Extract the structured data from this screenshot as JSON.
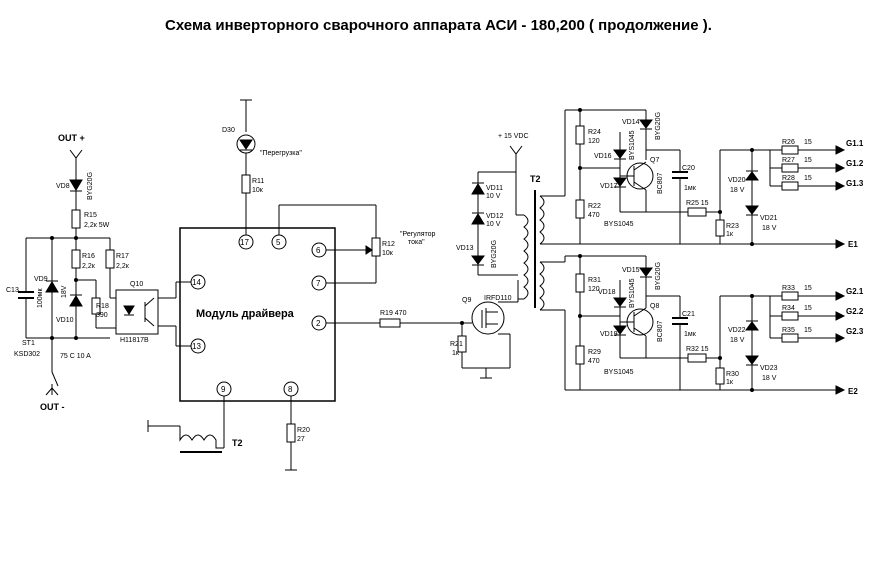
{
  "title": "Схема  инверторного  сварочного  аппарата  АСИ - 180,200  ( продолжение ).",
  "driver": {
    "label": "Модуль драйвера",
    "pins": [
      "17",
      "5",
      "6",
      "7",
      "14",
      "13",
      "2",
      "9",
      "8"
    ]
  },
  "terminals": {
    "out_plus": "OUT +",
    "out_minus": "OUT -",
    "vdc": "+ 15 VDC",
    "t2_main": "T2",
    "t2_small": "T2",
    "g11": "G1.1",
    "g12": "G1.2",
    "g13": "G1.3",
    "e1": "E1",
    "g21": "G2.1",
    "g22": "G2.2",
    "g23": "G2.3",
    "e2": "E2"
  },
  "components": {
    "d30": "D30",
    "d30_note": "\"Перегрузка\"",
    "r11": "R11",
    "r11_val": "10к",
    "vd8": "VD8",
    "vd8_type": "BYG20G",
    "r15": "R15",
    "r15_val": "2,2к 5W",
    "r16": "R16",
    "r16_val": "2,2к",
    "r17": "R17",
    "r17_val": "2,2к",
    "c13": "C13",
    "c13_val": "100мк",
    "vd9": "VD9",
    "vd9_val": "18V",
    "vd10": "VD10",
    "r18": "R18",
    "r18_val": "390",
    "q10": "Q10",
    "q10_type": "H11817B",
    "st1": "ST1",
    "st1_type": "KSD302",
    "st1_rating": "75 C  10 A",
    "r12": "R12",
    "r12_val": "10к",
    "r12_note1": "\"Регулятор",
    "r12_note2": "тока\"",
    "r19": "R19 470",
    "q9": "Q9",
    "q9_type": "IRFD110",
    "r21": "R21",
    "r21_val": "1к",
    "r20": "R20",
    "r20_val": "27",
    "vd11": "VD11",
    "vd11_val": "10 V",
    "vd12": "VD12",
    "vd12_val": "10 V",
    "vd13": "VD13",
    "vd13_type": "BYG20G",
    "r24": "R24",
    "r24_val": "120",
    "r22": "R22",
    "r22_val": "470",
    "vd14": "VD14",
    "vd16": "VD16",
    "vd16_type": "BYS1045",
    "vd14_type": "BYG20G",
    "vd17": "VD17",
    "q7": "Q7",
    "q7_type": "BC807",
    "bys_top": "BYS1045",
    "c20": "C20",
    "c20_val": "1мк",
    "r25": "R25  15",
    "r23": "R23",
    "r23_val": "1к",
    "vd20": "VD20",
    "vd20_val": "18 V",
    "vd21": "VD21",
    "vd21_val": "18 V",
    "r26": "R26",
    "r27": "R27",
    "r28": "R28",
    "r15ohm": "15",
    "r31": "R31",
    "r31_val": "120",
    "r29": "R29",
    "r29_val": "470",
    "vd15": "VD15",
    "vd18": "VD18",
    "vd18_type": "BYS1045",
    "vd15_type": "BYG20G",
    "vd19": "VD19",
    "q8": "Q8",
    "q8_type": "BC807",
    "bys_bot": "BYS1045",
    "c21": "C21",
    "c21_val": "1мк",
    "r32": "R32  15",
    "r30": "R30",
    "r30_val": "1к",
    "vd22": "VD22",
    "vd22_val": "18 V",
    "vd23": "VD23",
    "vd23_val": "18 V",
    "r33": "R33",
    "r34": "R34",
    "r35": "R35"
  }
}
